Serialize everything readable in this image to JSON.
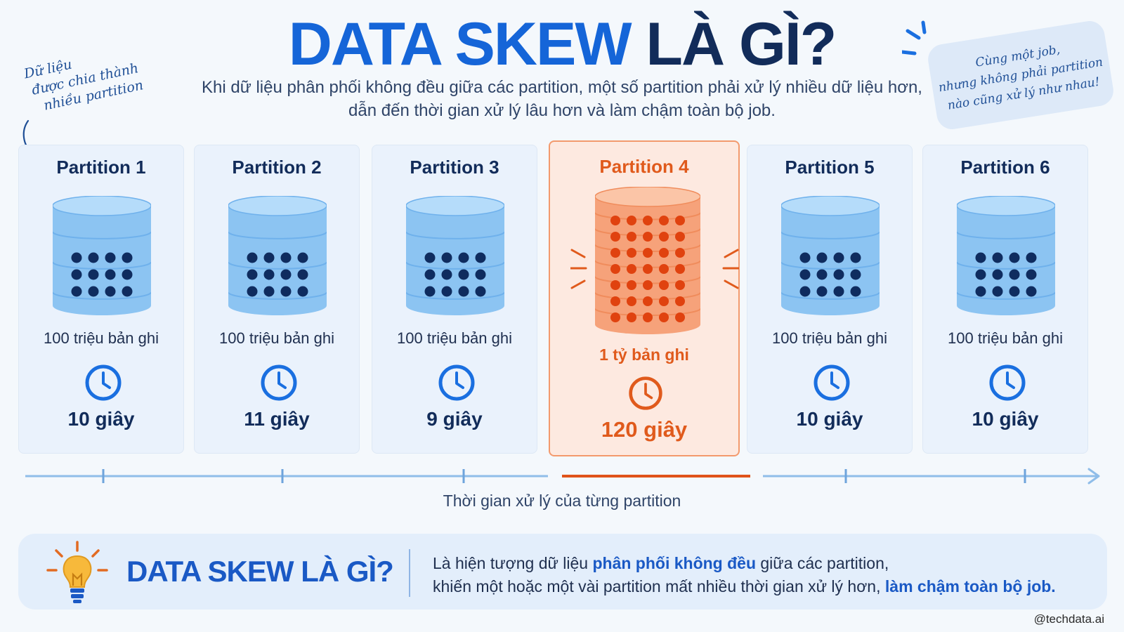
{
  "title": {
    "part1": "DATA SKEW",
    "part2": "LÀ GÌ?"
  },
  "subtitle": {
    "line1": "Khi dữ liệu phân phối không đều giữa các partition, một số partition phải xử lý nhiều dữ liệu hơn,",
    "line2": "dẫn đến thời gian xử lý lâu hơn và làm chậm toàn bộ job."
  },
  "note_left": {
    "line1": "Dữ liệu",
    "line2": "được chia thành",
    "line3": "nhiều partition"
  },
  "note_right": {
    "line1": "Cùng một job,",
    "line2": "nhưng không phải partition",
    "line3": "nào cũng xử lý như nhau!"
  },
  "partitions": [
    {
      "name": "Partition 1",
      "records": "100 triệu bản ghi",
      "time": "10 giây"
    },
    {
      "name": "Partition 2",
      "records": "100 triệu bản ghi",
      "time": "11 giây"
    },
    {
      "name": "Partition 3",
      "records": "100 triệu bản ghi",
      "time": "9 giây"
    },
    {
      "name": "Partition 4",
      "records": "1 tỷ bản ghi",
      "time": "120 giây"
    },
    {
      "name": "Partition 5",
      "records": "100 triệu bản ghi",
      "time": "10 giây"
    },
    {
      "name": "Partition 6",
      "records": "100 triệu bản ghi",
      "time": "10 giây"
    }
  ],
  "timeline_label": "Thời gian xử lý của từng partition",
  "banner": {
    "title": "DATA SKEW LÀ GÌ?",
    "l1_a": "Là hiện tượng dữ liệu ",
    "l1_hl": "phân phối không đều",
    "l1_b": " giữa các partition,",
    "l2_a": "khiến một hoặc một vài partition mất nhiều thời gian xử lý hơn, ",
    "l2_hl": "làm chậm toàn bộ job."
  },
  "credit": "@techdata.ai",
  "colors": {
    "primary": "#1565d8",
    "dark": "#122c5a",
    "accent": "#e05a1c",
    "db_blue": "#6fb1ec"
  }
}
